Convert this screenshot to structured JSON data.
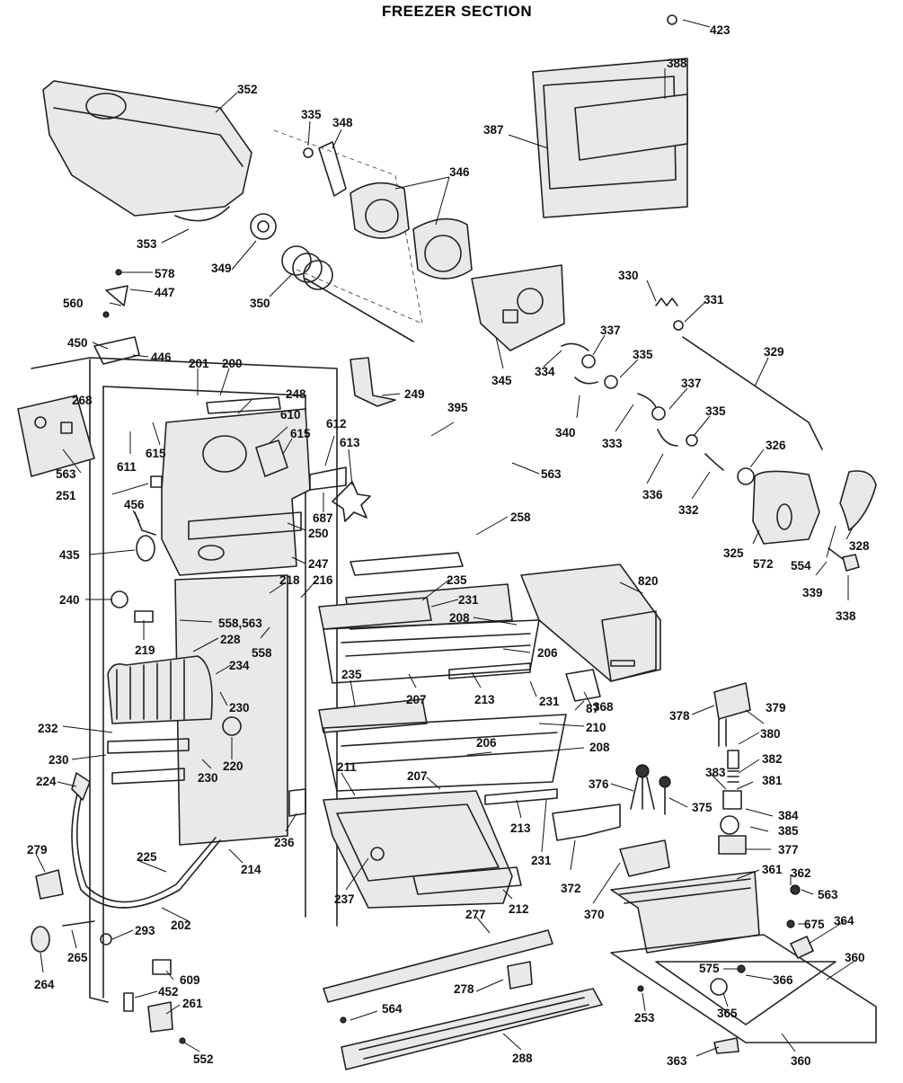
{
  "title": "FREEZER SECTION",
  "callouts": {
    "c423": "423",
    "c388": "388",
    "c387": "387",
    "c352": "352",
    "c335a": "335",
    "c348": "348",
    "c346": "346",
    "c353": "353",
    "c349": "349",
    "c350": "350",
    "c578": "578",
    "c447": "447",
    "c560": "560",
    "c450": "450",
    "c446": "446",
    "c330": "330",
    "c331": "331",
    "c329": "329",
    "c345": "345",
    "c337a": "337",
    "c335b": "335",
    "c334": "334",
    "c340": "340",
    "c333": "333",
    "c337b": "337",
    "c335c": "335",
    "c326": "326",
    "c336": "336",
    "c332": "332",
    "c325": "325",
    "c572": "572",
    "c554": "554",
    "c328": "328",
    "c339": "339",
    "c338": "338",
    "c201": "201",
    "c200": "200",
    "c249": "249",
    "c268": "268",
    "c248": "248",
    "c610": "610",
    "c615a": "615",
    "c615b": "615",
    "c612": "612",
    "c613": "613",
    "c395": "395",
    "c563a": "563",
    "c611": "611",
    "c563b": "563",
    "c251": "251",
    "c687": "687",
    "c456": "456",
    "c250": "250",
    "c258": "258",
    "c435": "435",
    "c247": "247",
    "c218": "218",
    "c216": "216",
    "c235a": "235",
    "c820": "820",
    "c240": "240",
    "c558": "558,563",
    "c231a": "231",
    "c208a": "208",
    "c228": "228",
    "c558b": "558",
    "c219": "219",
    "c206a": "206",
    "c234": "234",
    "c235b": "235",
    "c207a": "207",
    "c213a": "213",
    "c231b": "231",
    "c368": "368",
    "c87": "87",
    "c378": "378",
    "c379": "379",
    "c230a": "230",
    "c232": "232",
    "c210": "210",
    "c380": "380",
    "c206b": "206",
    "c208b": "208",
    "c220": "220",
    "c382": "382",
    "c230b": "230",
    "c230c": "230",
    "c211": "211",
    "c207b": "207",
    "c383": "383",
    "c381": "381",
    "c224": "224",
    "c376": "376",
    "c375": "375",
    "c384": "384",
    "c385": "385",
    "c236": "236",
    "c213b": "213",
    "c377": "377",
    "c231c": "231",
    "c279": "279",
    "c225": "225",
    "c214": "214",
    "c237": "237",
    "c372": "372",
    "c361": "361",
    "c362": "362",
    "c212": "212",
    "c370": "370",
    "c563c": "563",
    "c202": "202",
    "c277": "277",
    "c675": "675",
    "c364": "364",
    "c293": "293",
    "c265": "265",
    "c264": "264",
    "c360a": "360",
    "c575": "575",
    "c366": "366",
    "c609": "609",
    "c452": "452",
    "c261": "261",
    "c278": "278",
    "c564": "564",
    "c253": "253",
    "c365": "365",
    "c552": "552",
    "c288": "288",
    "c363": "363",
    "c360b": "360"
  }
}
